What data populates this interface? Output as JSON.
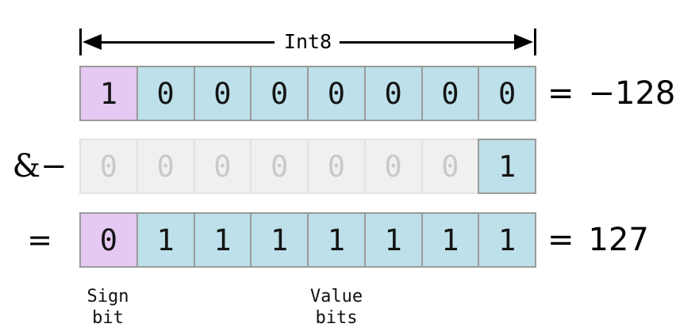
{
  "diagram": {
    "title_label": "Int8",
    "rows": [
      {
        "id": "row-value",
        "operator": "",
        "bits": [
          "1",
          "0",
          "0",
          "0",
          "0",
          "0",
          "0",
          "0"
        ],
        "cell_kinds": [
          "sign",
          "value",
          "value",
          "value",
          "value",
          "value",
          "value",
          "value"
        ],
        "result_eq": "=",
        "result_value": "−128"
      },
      {
        "id": "row-operand",
        "operator": "&−",
        "bits": [
          "0",
          "0",
          "0",
          "0",
          "0",
          "0",
          "0",
          "1"
        ],
        "cell_kinds": [
          "faded",
          "faded",
          "faded",
          "faded",
          "faded",
          "faded",
          "faded",
          "value"
        ],
        "result_eq": "",
        "result_value": ""
      },
      {
        "id": "row-result",
        "operator": "=",
        "bits": [
          "0",
          "1",
          "1",
          "1",
          "1",
          "1",
          "1",
          "1"
        ],
        "cell_kinds": [
          "sign",
          "value",
          "value",
          "value",
          "value",
          "value",
          "value",
          "value"
        ],
        "result_eq": "=",
        "result_value": "127"
      }
    ],
    "captions": {
      "sign_bit": "Sign\nbit",
      "value_bits": "Value\nbits"
    },
    "colors": {
      "sign_cell": "#e6c9f2",
      "value_cell": "#bde0ea",
      "faded_cell": "#f0f0f0",
      "cell_border": "#9b9b9b",
      "faded_border": "#e2e2e2",
      "faded_text": "#c9c9c9",
      "text": "#141414",
      "background": "#ffffff"
    }
  }
}
